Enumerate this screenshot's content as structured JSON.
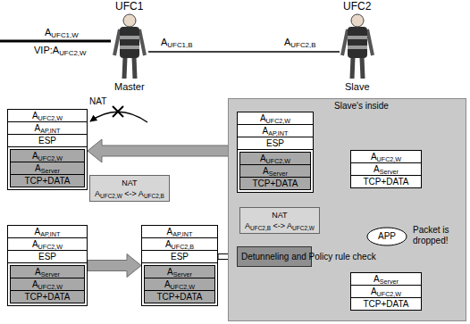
{
  "diagram": {
    "nodes": [
      {
        "text": []
      },
      {
        "text": [
          "AUFC2,W"
        ],
        "in": 0
      },
      {
        "text": [
          "AAP,INT"
        ],
        "in": 0
      },
      {
        "text": [
          "ESP"
        ],
        "in": 0
      },
      {
        "text": [],
        "in": 0
      },
      {
        "text": [
          "AUFC2,W"
        ],
        "in": 4
      },
      {
        "text": [
          "AServer"
        ],
        "in": 4
      },
      {
        "text": [
          "TCP+DATA"
        ],
        "in": 4
      },
      {
        "text": [
          "NAT",
          "AUFC2,W <-> AUFC2,B"
        ]
      },
      {
        "text": [
          "Slave's inside"
        ]
      },
      {
        "text": [],
        "in": 9
      },
      {
        "text": [
          "AUFC2,W"
        ],
        "in": 10
      },
      {
        "text": [
          "AAP,INT"
        ],
        "in": 10
      },
      {
        "text": [
          "ESP"
        ],
        "in": 10
      },
      {
        "text": [],
        "in": 10
      },
      {
        "text": [
          "AUFC2,W"
        ],
        "in": 14
      },
      {
        "text": [
          "AServer"
        ],
        "in": 14
      },
      {
        "text": [
          "TCP+DATA"
        ],
        "in": 14
      },
      {
        "text": [],
        "in": 9
      },
      {
        "text": [
          "AUFC2,W"
        ],
        "in": 18
      },
      {
        "text": [
          "AServer"
        ],
        "in": 18
      },
      {
        "text": [
          "TCP+DATA"
        ],
        "in": 18
      },
      {
        "text": [
          "NAT",
          "AUFC2,B <-> AUFC2,W"
        ],
        "in": 9
      },
      {
        "text": [
          "APP"
        ],
        "in": 9
      },
      {
        "text": []
      },
      {
        "text": [
          "AAP,INT"
        ],
        "in": 24
      },
      {
        "text": [
          "AUFC2,W"
        ],
        "in": 24
      },
      {
        "text": [
          "ESP"
        ],
        "in": 24
      },
      {
        "text": [],
        "in": 24
      },
      {
        "text": [
          "AServer"
        ],
        "in": 28
      },
      {
        "text": [
          "AUFC2,W"
        ],
        "in": 28
      },
      {
        "text": [
          "TCP+DATA"
        ],
        "in": 28
      },
      {
        "text": []
      },
      {
        "text": [
          "AAP,INT"
        ],
        "in": 32
      },
      {
        "text": [
          "AUFC2,B"
        ],
        "in": 32
      },
      {
        "text": [
          "ESP"
        ],
        "in": 32
      },
      {
        "text": [],
        "in": 32
      },
      {
        "text": [
          "AServer"
        ],
        "in": 36
      },
      {
        "text": [
          "AUFC2,W"
        ],
        "in": 36
      },
      {
        "text": [
          "TCP+DATA"
        ],
        "in": 36
      },
      {
        "text": [
          "Detunneling and Policy rule check"
        ],
        "in": 9
      },
      {
        "text": [],
        "in": 9
      },
      {
        "text": [
          "AServer"
        ],
        "in": 41
      },
      {
        "text": [
          "AUFC2,W"
        ],
        "in": 41
      },
      {
        "text": [
          "TCP+DATA"
        ],
        "in": 41
      }
    ],
    "edges": [
      {
        "from": 10,
        "to": 0,
        "arrow": "to"
      },
      {
        "from": 24,
        "to": 32,
        "arrow": "to"
      },
      {
        "from": 32,
        "to": 40,
        "arrow": "to"
      },
      {
        "from": 40,
        "to": 41,
        "arrow": "to"
      },
      {
        "from": 41,
        "to": 23,
        "arrow": "to"
      },
      {
        "from": 23,
        "to": 18,
        "arrow": "to"
      },
      {
        "from": 18,
        "to": 10,
        "arrow": "to"
      }
    ],
    "labels": [
      "UFC1",
      "UFC2",
      "AUFC1,W",
      "VIP:AUFC2,W",
      "AUFC1,B",
      "AUFC2,B",
      "Master",
      "Slave",
      "NAT",
      "Packet is dropped!"
    ]
  }
}
